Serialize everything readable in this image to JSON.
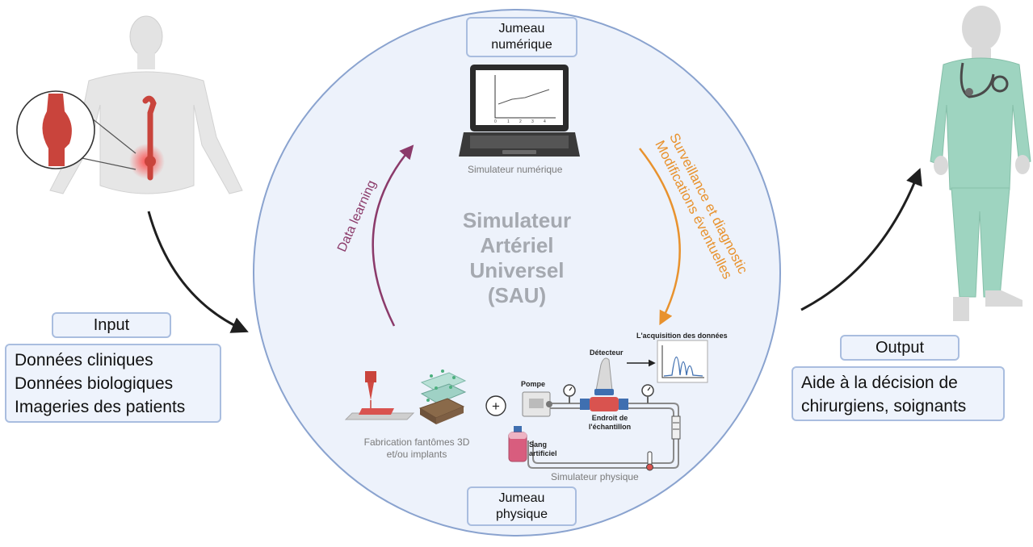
{
  "center": {
    "title_lines": [
      "Simulateur",
      "Artériel",
      "Universel",
      "(SAU)"
    ]
  },
  "top_box": {
    "lines": [
      "Jumeau",
      "numérique"
    ]
  },
  "bottom_box": {
    "lines": [
      "Jumeau",
      "physique"
    ]
  },
  "input": {
    "label": "Input",
    "items": [
      "Données cliniques",
      "Données biologiques",
      "Imageries des patients"
    ]
  },
  "output": {
    "label": "Output",
    "lines": [
      "Aide à la décision de",
      "chirurgiens, soignants"
    ]
  },
  "cycle": {
    "left_label": "Data learning",
    "right_label_lines": [
      "Surveillance et diagnostic",
      "Modifications éventuelles"
    ]
  },
  "laptop": {
    "caption": "Simulateur numérique",
    "tick_labels": [
      "0",
      "1",
      "2",
      "3",
      "4"
    ]
  },
  "physical": {
    "fabrication_caption_lines": [
      "Fabrication fantômes 3D",
      "et/ou implants"
    ],
    "acquisition_label": "L'acquisition des données",
    "detector_label": "Détecteur",
    "pump_label": "Pompe",
    "sample_label_lines": [
      "Endroit de",
      "l'échantillon"
    ],
    "blood_label_lines": [
      "Sang",
      "artificiel"
    ],
    "plus_symbol": "+",
    "caption": "Simulateur physique"
  },
  "colors": {
    "circle_fill": "#edf2fb",
    "circle_stroke": "#8aa3cf",
    "left_arrow": "#8b3a6a",
    "right_arrow": "#e8922e",
    "flow_arrow": "#1f1f1f",
    "box_fill": "#eef3fc",
    "box_border": "#a9bddf",
    "title_gray": "#a5a9b0",
    "scrubs": "#9ed4c0",
    "aorta_red": "#c9443c"
  },
  "icons": [
    "human-body-icon",
    "aorta-zoom-icon",
    "doctor-figure-icon",
    "laptop-icon",
    "3d-printer-icon",
    "scaffold-layers-icon",
    "pump-icon",
    "blood-bottle-icon",
    "pressure-gauge-icon",
    "detector-probe-icon",
    "thermometer-icon",
    "flow-meter-icon"
  ]
}
